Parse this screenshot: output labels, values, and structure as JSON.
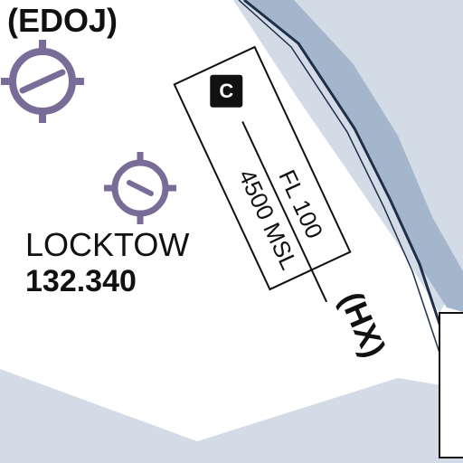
{
  "map": {
    "colors": {
      "background": "#ffffff",
      "tma_band": "#d3dbe6",
      "tma_boundary_fill": "#a4b6cc",
      "boundary_line": "#1f2f4a",
      "airfield_symbol": "#7a6c99",
      "text": "#111111"
    },
    "labels": {
      "code_top": "(EDOJ)",
      "code_right": "(HX)"
    },
    "airfield": {
      "name": "LOCKTOW",
      "frequency": "132.340",
      "symbol_icon": "airfield-icon"
    },
    "airspace": {
      "class": "C",
      "upper_limit": "FL 100",
      "lower_limit": "4500 MSL"
    }
  }
}
